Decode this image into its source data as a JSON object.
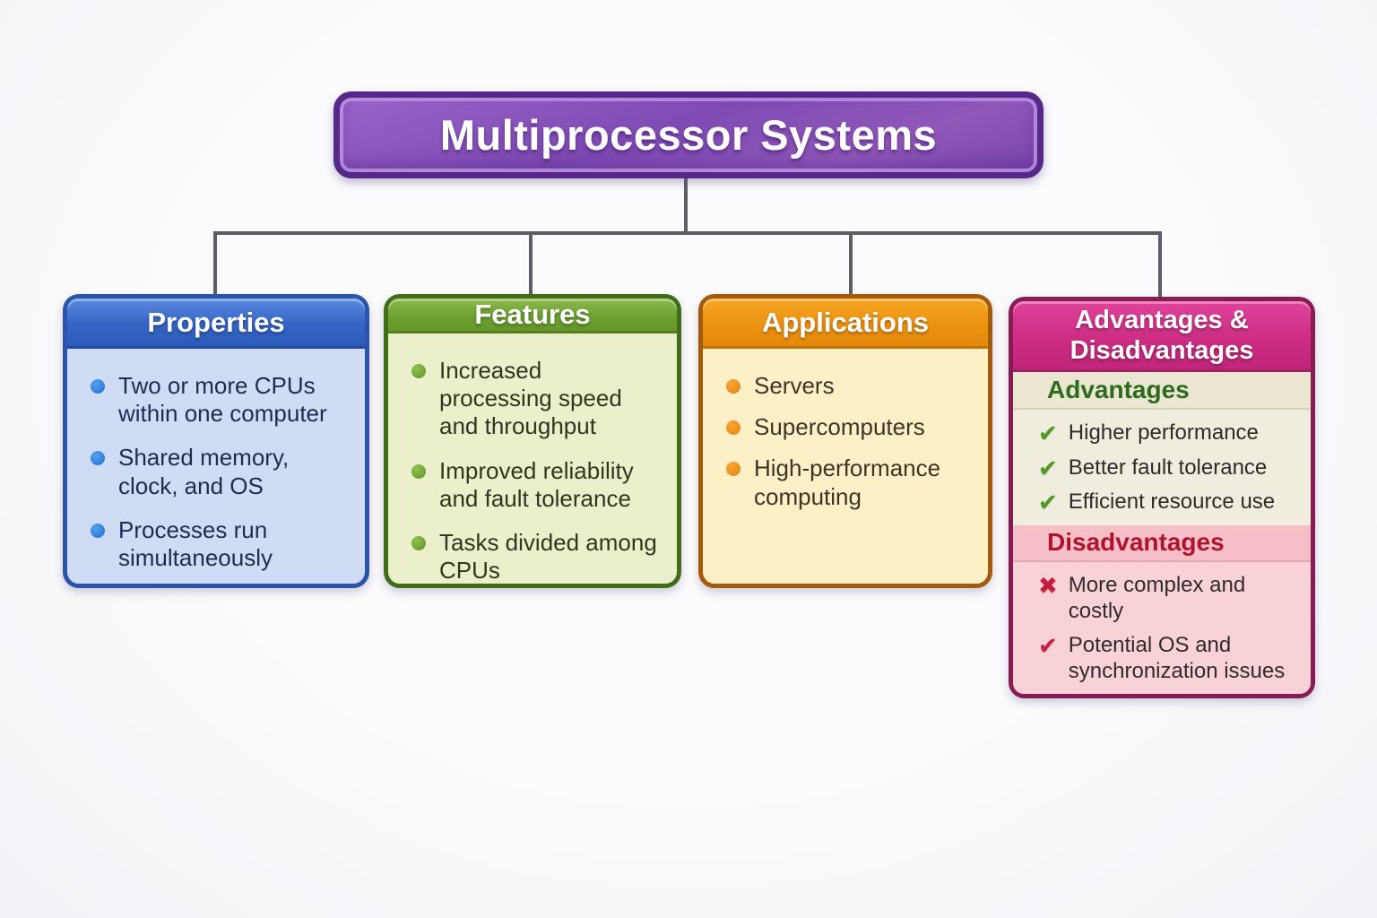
{
  "root": {
    "title": "Multiprocessor Systems"
  },
  "nodes": {
    "properties": {
      "title": "Properties",
      "items": [
        "Two or more CPUs within one computer",
        "Shared memory, clock, and OS",
        "Processes run simultaneously"
      ]
    },
    "features": {
      "title": "Features",
      "items": [
        "Increased processing speed and throughput",
        "Improved reliability and fault tolerance",
        "Tasks divided among CPUs"
      ]
    },
    "applications": {
      "title": "Applications",
      "items": [
        "Servers",
        "Supercomputers",
        "High-performance computing"
      ]
    },
    "pros_cons": {
      "title": "Advantages & Disadvantages",
      "advantages": {
        "label": "Advantages",
        "items": [
          "Higher performance",
          "Better fault tolerance",
          "Efficient resource use"
        ]
      },
      "disadvantages": {
        "label": "Disadvantages",
        "items": [
          "More complex and costly",
          "Potential OS and synchronization issues"
        ]
      }
    }
  },
  "glyphs": {
    "check": "✔",
    "cross": "✖"
  },
  "colors": {
    "root_purple": "#7e4bb4",
    "properties_blue": "#3465c4",
    "features_green": "#6fa132",
    "applications_orange": "#ec9211",
    "pros_cons_pink": "#cb2c82",
    "advantage_green": "#4f9b21",
    "disadvantage_red": "#c41f3e",
    "connector_gray": "#5d5d68"
  }
}
